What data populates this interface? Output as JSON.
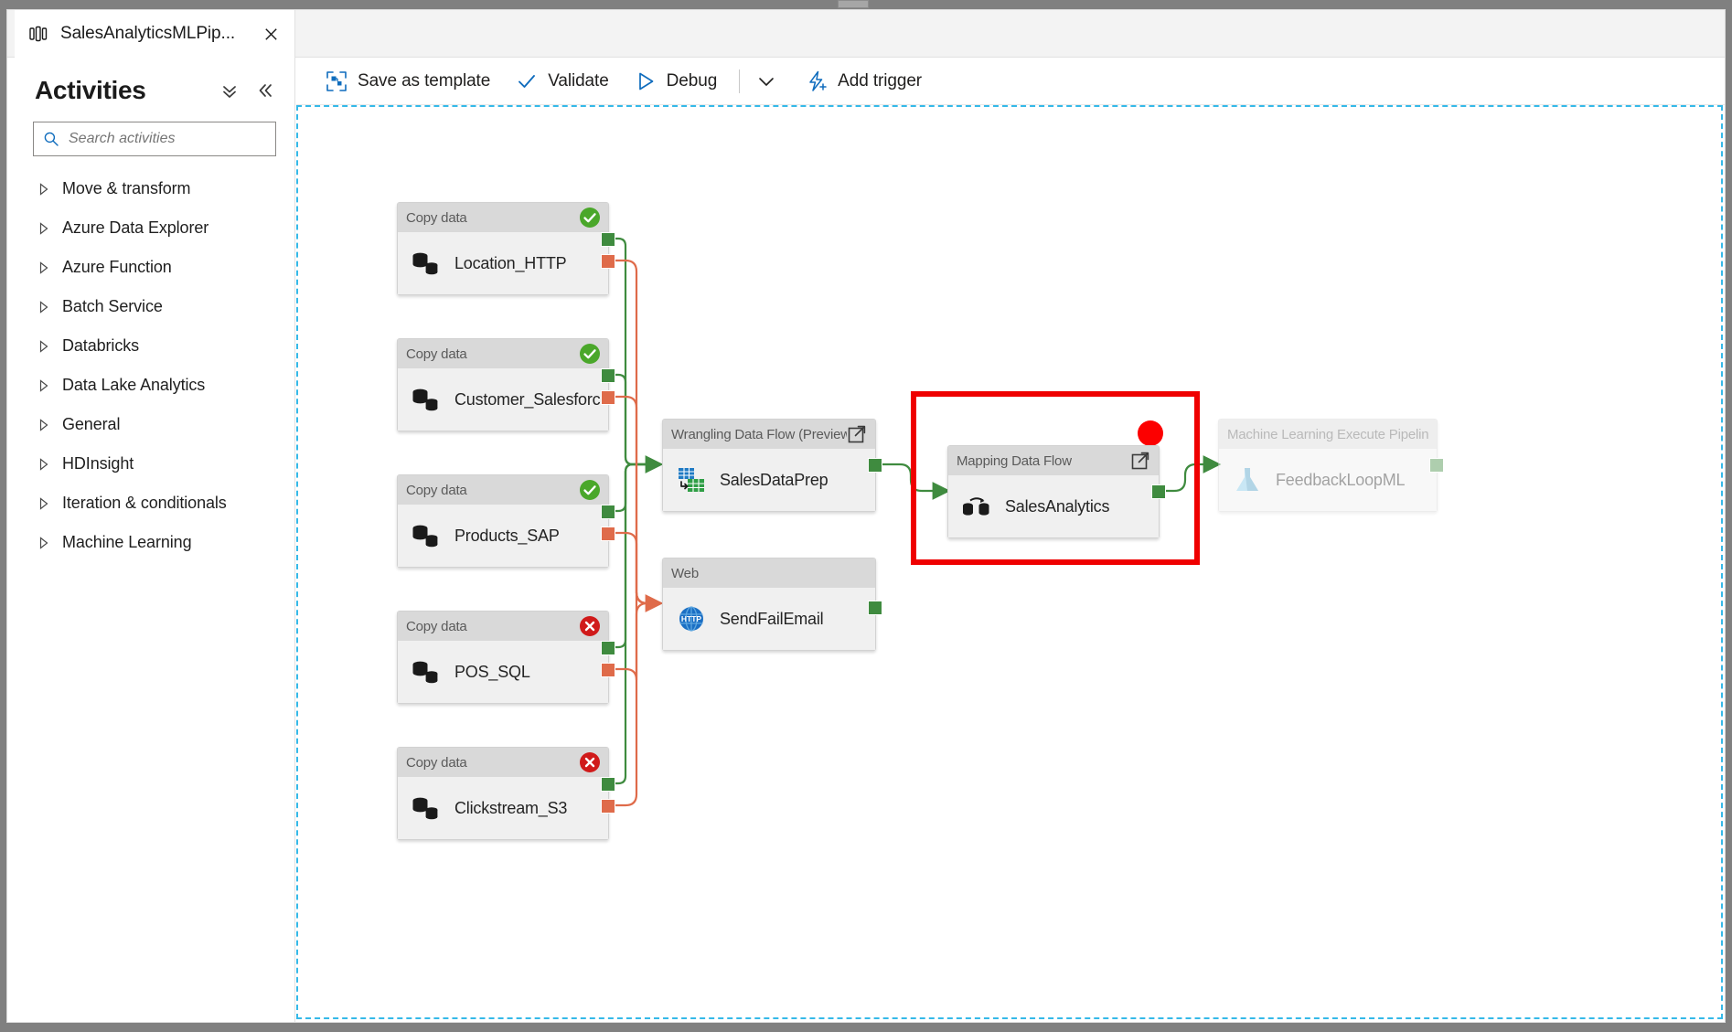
{
  "window": {
    "tab": {
      "icon": "pipeline-icon",
      "label": "SalesAnalyticsMLPip...",
      "close_icon": "close-icon"
    }
  },
  "sidebar": {
    "title": "Activities",
    "collapse_all_icon": "double-chevron-down-icon",
    "collapse_panel_icon": "double-chevron-left-icon",
    "search": {
      "icon": "search-icon",
      "placeholder": "Search activities",
      "value": ""
    },
    "items": [
      {
        "label": "Move & transform",
        "icon": "chevron-right-icon"
      },
      {
        "label": "Azure Data Explorer",
        "icon": "chevron-right-icon"
      },
      {
        "label": "Azure Function",
        "icon": "chevron-right-icon"
      },
      {
        "label": "Batch Service",
        "icon": "chevron-right-icon"
      },
      {
        "label": "Databricks",
        "icon": "chevron-right-icon"
      },
      {
        "label": "Data Lake Analytics",
        "icon": "chevron-right-icon"
      },
      {
        "label": "General",
        "icon": "chevron-right-icon"
      },
      {
        "label": "HDInsight",
        "icon": "chevron-right-icon"
      },
      {
        "label": "Iteration & conditionals",
        "icon": "chevron-right-icon"
      },
      {
        "label": "Machine Learning",
        "icon": "chevron-right-icon"
      }
    ]
  },
  "toolbar": {
    "save_as_template": {
      "label": "Save as template",
      "icon": "save-as-template-icon"
    },
    "validate": {
      "label": "Validate",
      "icon": "checkmark-icon"
    },
    "debug": {
      "label": "Debug",
      "icon": "play-triangle-icon"
    },
    "debug_dropdown_icon": "chevron-down-icon",
    "add_trigger": {
      "label": "Add trigger",
      "icon": "lightning-plus-icon"
    }
  },
  "canvas": {
    "colors": {
      "success": "#3f8b3f",
      "failure": "#df6b4a",
      "selection": "#ef0000",
      "record_dot": "#fc0000",
      "badge_ok": "#4aa72a",
      "badge_err": "#d01a1a",
      "dropzone_border": "#35b9e8"
    },
    "selection_highlight": {
      "target": "SalesAnalytics",
      "record_dot_visible": true
    },
    "nodes": [
      {
        "id": "location-http",
        "type": "Copy data",
        "name": "Location_HTTP",
        "icon": "copy-data-icon",
        "status": "ok",
        "status_icon": "success-check-icon"
      },
      {
        "id": "customer-salesforce",
        "type": "Copy data",
        "name": "Customer_Salesforce",
        "icon": "copy-data-icon",
        "status": "ok",
        "status_icon": "success-check-icon"
      },
      {
        "id": "products-sap",
        "type": "Copy data",
        "name": "Products_SAP",
        "icon": "copy-data-icon",
        "status": "ok",
        "status_icon": "success-check-icon"
      },
      {
        "id": "pos-sql",
        "type": "Copy data",
        "name": "POS_SQL",
        "icon": "copy-data-icon",
        "status": "error",
        "status_icon": "error-x-icon"
      },
      {
        "id": "clickstream-s3",
        "type": "Copy data",
        "name": "Clickstream_S3",
        "icon": "copy-data-icon",
        "status": "error",
        "status_icon": "error-x-icon"
      },
      {
        "id": "salesdataprep",
        "type": "Wrangling Data Flow (Preview",
        "name": "SalesDataPrep",
        "icon": "wrangling-data-flow-icon",
        "status": "none",
        "status_icon": "open-in-new-icon"
      },
      {
        "id": "sendfailemail",
        "type": "Web",
        "name": "SendFailEmail",
        "icon": "http-globe-icon",
        "status": "none",
        "status_icon": ""
      },
      {
        "id": "salesanalytics",
        "type": "Mapping Data Flow",
        "name": "SalesAnalytics",
        "icon": "mapping-data-flow-icon",
        "status": "none",
        "status_icon": "open-in-new-icon"
      },
      {
        "id": "feedbackloopml",
        "type": "Machine Learning Execute Pipeline",
        "name": "FeedbackLoopML",
        "icon": "ml-flask-icon",
        "status": "none",
        "status_icon": ""
      }
    ]
  }
}
